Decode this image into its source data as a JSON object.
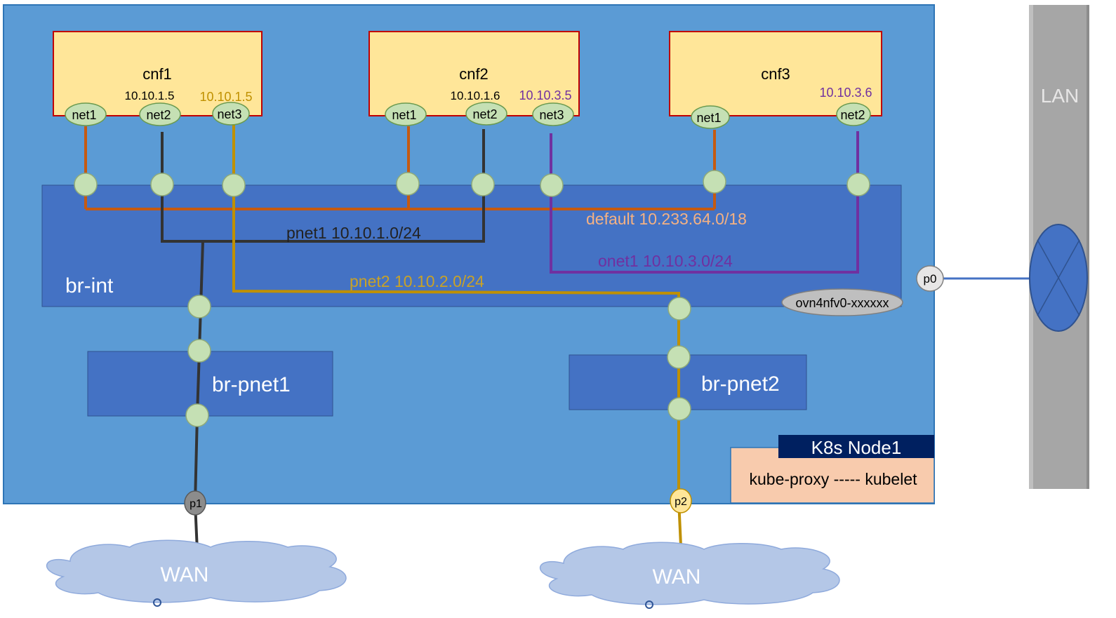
{
  "cnfs": [
    {
      "name": "cnf1",
      "ifaces": [
        "net1",
        "net2",
        "net3"
      ],
      "ips": [
        "10.10.1.5",
        "10.10.1.5"
      ]
    },
    {
      "name": "cnf2",
      "ifaces": [
        "net1",
        "net2",
        "net3"
      ],
      "ips": [
        "10.10.1.6",
        "10.10.3.5"
      ]
    },
    {
      "name": "cnf3",
      "ifaces": [
        "net1",
        "net2"
      ],
      "ips": [
        "10.10.3.6"
      ]
    }
  ],
  "networks": {
    "default": "default 10.233.64.0/18",
    "pnet1": "pnet1 10.10.1.0/24",
    "onet1": "onet1 10.10.3.0/24",
    "pnet2": "pnet2 10.10.2.0/24"
  },
  "bridges": {
    "br_int": "br-int",
    "br_pnet1": "br-pnet1",
    "br_pnet2": "br-pnet2"
  },
  "ports": {
    "p0": "p0",
    "p1": "p1",
    "p2": "p2",
    "ovn": "ovn4nfv0-xxxxxx"
  },
  "node": {
    "title": "K8s Node1",
    "services": "kube-proxy ----- kubelet"
  },
  "lan": {
    "label": "LAN"
  },
  "wan": [
    "WAN",
    "WAN"
  ],
  "colors": {
    "node_bg": "#5b9bd5",
    "bridge_bg": "#4472c4",
    "cnf_bg": "#ffe699",
    "cnf_border": "#c00000",
    "port": "#c5e0b4",
    "default_line": "#c55a11",
    "pnet1_line": "#333333",
    "pnet2_line": "#bf9000",
    "onet1_line": "#7030a0",
    "wan_cloud": "#b4c7e7",
    "node_title_bg": "#002060",
    "node_services_bg": "#f8cbad"
  }
}
